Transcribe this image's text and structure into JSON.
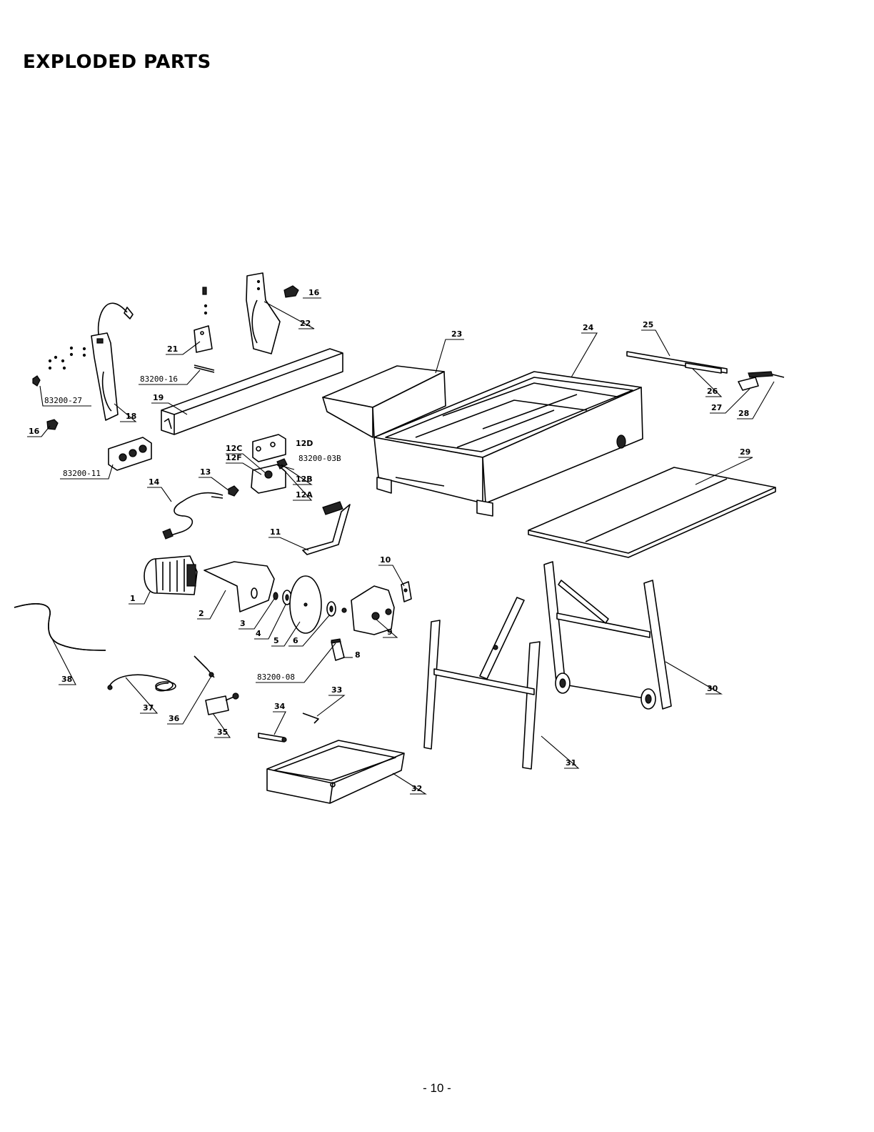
{
  "page": {
    "title": "EXPLODED PARTS",
    "page_number": "- 10 -"
  },
  "callouts": [
    {
      "id": "c1",
      "text": "1"
    },
    {
      "id": "c2",
      "text": "2"
    },
    {
      "id": "c3",
      "text": "3"
    },
    {
      "id": "c4",
      "text": "4"
    },
    {
      "id": "c5",
      "text": "5"
    },
    {
      "id": "c6",
      "text": "6"
    },
    {
      "id": "c8",
      "text": "8"
    },
    {
      "id": "c9",
      "text": "9"
    },
    {
      "id": "c10",
      "text": "10"
    },
    {
      "id": "c11",
      "text": "11"
    },
    {
      "id": "c12a",
      "text": "12A"
    },
    {
      "id": "c12b",
      "text": "12B"
    },
    {
      "id": "c12c",
      "text": "12C"
    },
    {
      "id": "c12d",
      "text": "12D"
    },
    {
      "id": "c12f",
      "text": "12F"
    },
    {
      "id": "c13",
      "text": "13"
    },
    {
      "id": "c14",
      "text": "14"
    },
    {
      "id": "c16a",
      "text": "16"
    },
    {
      "id": "c16b",
      "text": "16"
    },
    {
      "id": "c18",
      "text": "18"
    },
    {
      "id": "c19",
      "text": "19"
    },
    {
      "id": "c21",
      "text": "21"
    },
    {
      "id": "c22",
      "text": "22"
    },
    {
      "id": "c23",
      "text": "23"
    },
    {
      "id": "c24",
      "text": "24"
    },
    {
      "id": "c25",
      "text": "25"
    },
    {
      "id": "c26",
      "text": "26"
    },
    {
      "id": "c27",
      "text": "27"
    },
    {
      "id": "c28",
      "text": "28"
    },
    {
      "id": "c29",
      "text": "29"
    },
    {
      "id": "c30",
      "text": "30"
    },
    {
      "id": "c31",
      "text": "31"
    },
    {
      "id": "c32",
      "text": "32"
    },
    {
      "id": "c33",
      "text": "33"
    },
    {
      "id": "c34",
      "text": "34"
    },
    {
      "id": "c35",
      "text": "35"
    },
    {
      "id": "c36",
      "text": "36"
    },
    {
      "id": "c37",
      "text": "37"
    },
    {
      "id": "c38",
      "text": "38"
    },
    {
      "id": "p8320016",
      "text": "83200-16"
    },
    {
      "id": "p8320027",
      "text": "83200-27"
    },
    {
      "id": "p8320011",
      "text": "83200-11"
    },
    {
      "id": "p8320003b",
      "text": "83200-03B"
    },
    {
      "id": "p8320008",
      "text": "83200-08"
    }
  ]
}
